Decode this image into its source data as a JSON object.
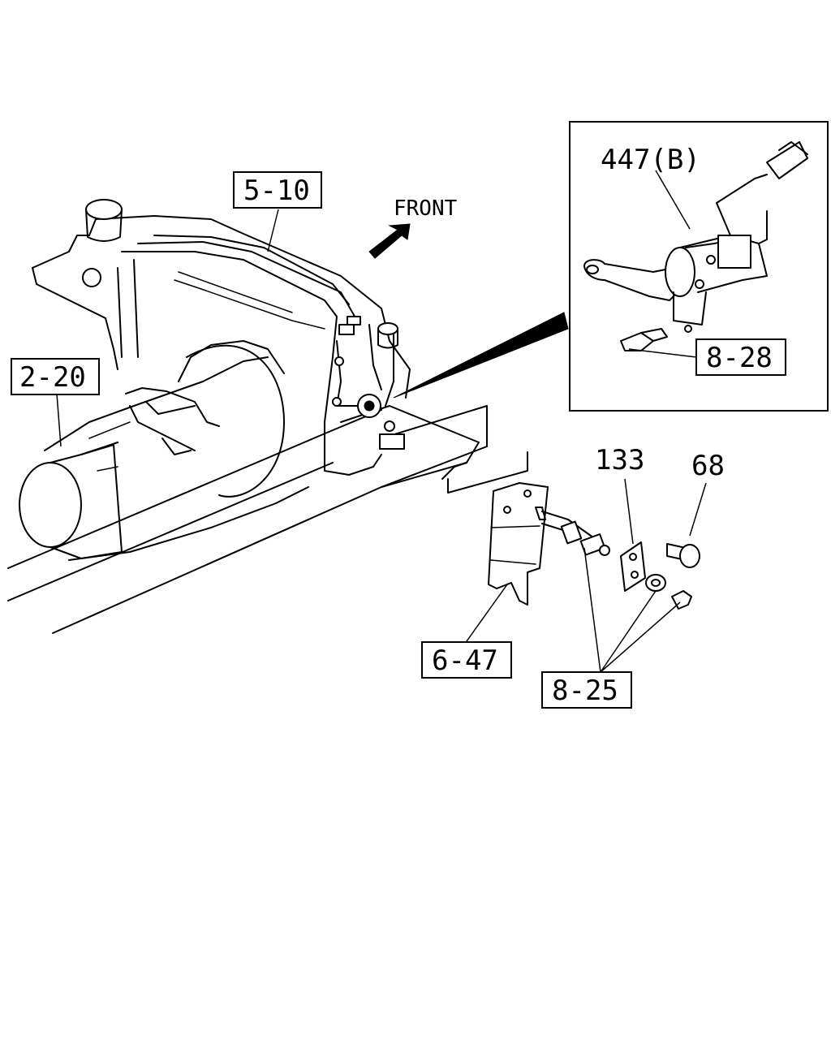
{
  "labels": {
    "part_5_10": "5-10",
    "part_2_20": "2-20",
    "part_6_47": "6-47",
    "part_8_25": "8-25",
    "part_8_28": "8-28",
    "part_133": "133",
    "part_68": "68",
    "part_447b": "447(B)"
  },
  "direction": {
    "front_label": "FRONT"
  }
}
